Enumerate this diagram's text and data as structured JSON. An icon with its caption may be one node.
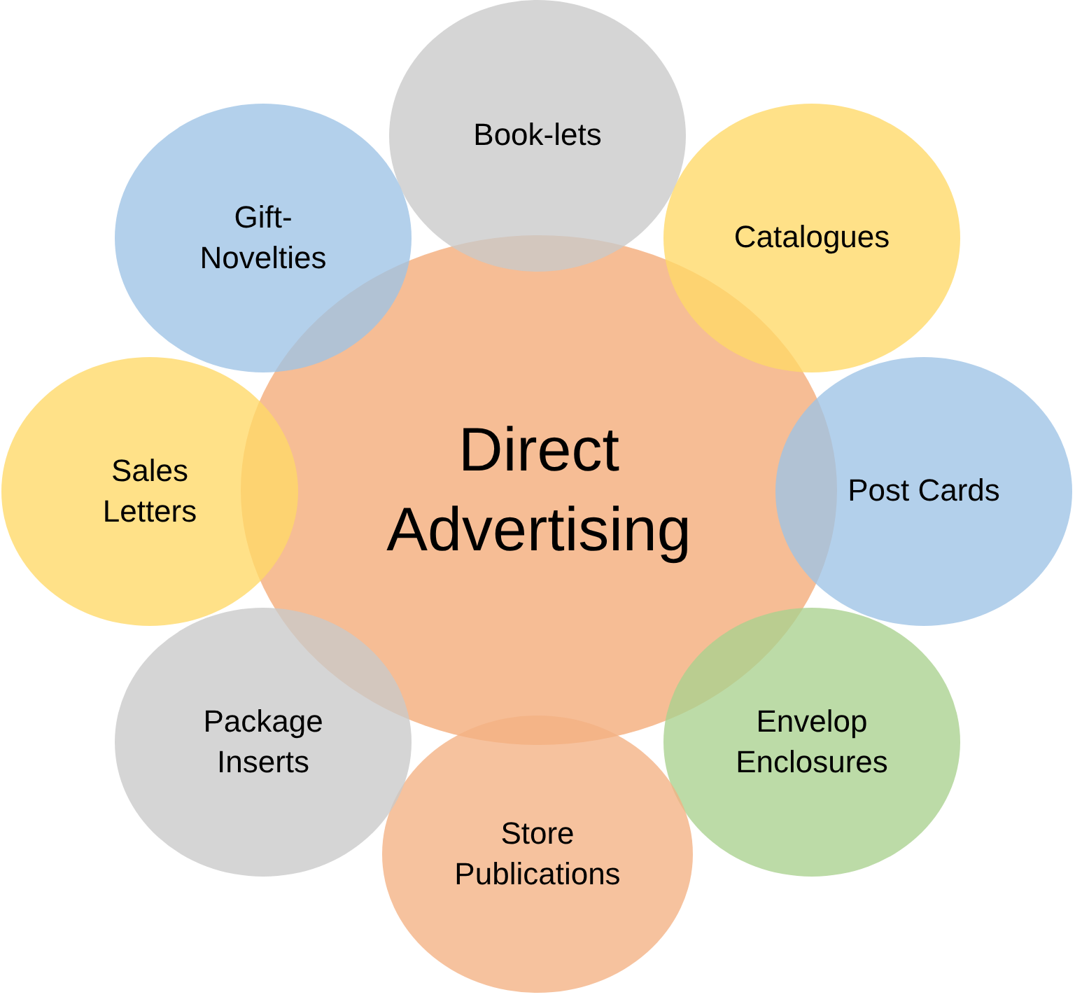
{
  "diagram": {
    "nodes": [
      {
        "text": [
          "Direct Advertising"
        ]
      },
      {
        "text": [
          "Book-lets"
        ]
      },
      {
        "text": [
          "Catalogues"
        ]
      },
      {
        "text": [
          "Post Cards"
        ]
      },
      {
        "text": [
          "Envelop Enclosures"
        ]
      },
      {
        "text": [
          "Store Publications"
        ]
      },
      {
        "text": [
          "Package Inserts"
        ]
      },
      {
        "text": [
          "Sales Letters"
        ]
      },
      {
        "text": [
          "Gift- Novelties"
        ]
      }
    ]
  }
}
